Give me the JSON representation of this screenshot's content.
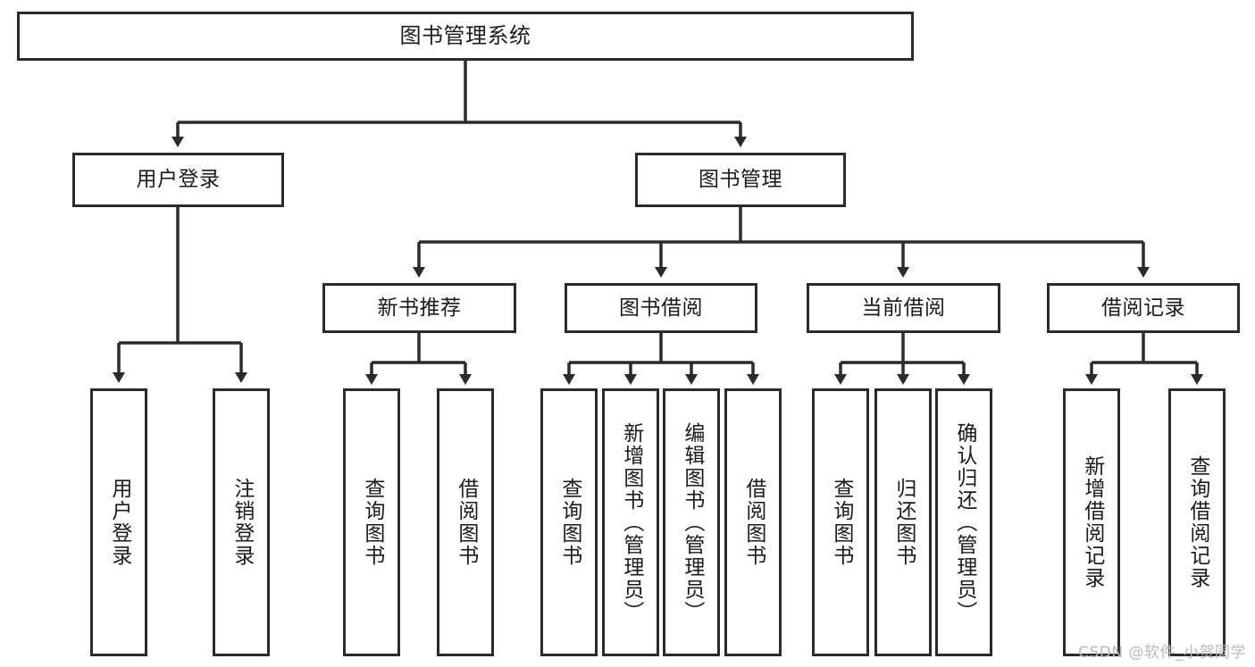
{
  "diagram": {
    "title": "图书管理系统",
    "type": "tree-hierarchy",
    "watermark": "CSDN @软件_小贺同学",
    "colors": {
      "node_border": "#2b2b2b",
      "node_fill": "#ffffff",
      "connector": "#2b2b2b",
      "background": "#ffffff",
      "watermark": "#b9b9b9"
    },
    "nodes": {
      "root": {
        "label": "图书管理系统"
      },
      "level2": [
        {
          "label": "用户登录"
        },
        {
          "label": "图书管理"
        }
      ],
      "level3": [
        {
          "label": "新书推荐"
        },
        {
          "label": "图书借阅"
        },
        {
          "label": "当前借阅"
        },
        {
          "label": "借阅记录"
        }
      ],
      "leaves": {
        "user_login": [
          {
            "label": "用户登录"
          },
          {
            "label": "注销登录"
          }
        ],
        "new_book_recommend": [
          {
            "label": "查询图书"
          },
          {
            "label": "借阅图书"
          }
        ],
        "book_borrow": [
          {
            "label": "查询图书"
          },
          {
            "label": "新增图书（管理员）"
          },
          {
            "label": "编辑图书（管理员）"
          },
          {
            "label": "借阅图书"
          }
        ],
        "current_borrow": [
          {
            "label": "查询图书"
          },
          {
            "label": "归还图书"
          },
          {
            "label": "确认归还（管理员）"
          }
        ],
        "borrow_record": [
          {
            "label": "新增借阅记录"
          },
          {
            "label": "查询借阅记录"
          }
        ]
      }
    }
  }
}
